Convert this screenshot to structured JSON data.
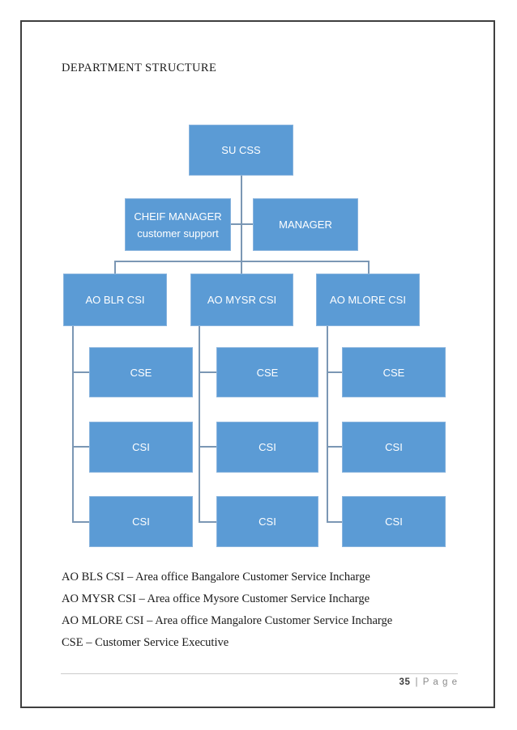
{
  "page": {
    "title": "DEPARTMENT STRUCTURE",
    "footer": {
      "page_number": "35",
      "separator": "|",
      "page_label": "P a g e"
    }
  },
  "org_chart": {
    "type": "org-hierarchy-diagram",
    "colors": {
      "box_fill": "#5b9bd5",
      "box_text": "#ffffff",
      "connector": "#7b97b4",
      "page_border": "#3f3f3f"
    },
    "nodes": {
      "root": "SU CSS",
      "chief_manager_line1": "CHEIF MANAGER",
      "chief_manager_line2": "customer support",
      "manager": "MANAGER",
      "ao_blr": "AO BLR CSI",
      "ao_mysr": "AO MYSR CSI",
      "ao_mlore": "AO MLORE CSI",
      "cse": "CSE",
      "csi": "CSI"
    },
    "hierarchy_note": "SU CSS > (CHEIF MANAGER customer support, MANAGER) > 3 area offices (AO BLR CSI, AO MYSR CSI, AO MLORE CSI), each with CSE, CSI, CSI"
  },
  "legend": {
    "items": [
      "AO BLS CSI – Area office Bangalore Customer Service Incharge",
      "AO MYSR CSI – Area office Mysore Customer Service Incharge",
      "AO MLORE CSI – Area office Mangalore Customer Service Incharge",
      "CSE – Customer Service Executive"
    ]
  }
}
